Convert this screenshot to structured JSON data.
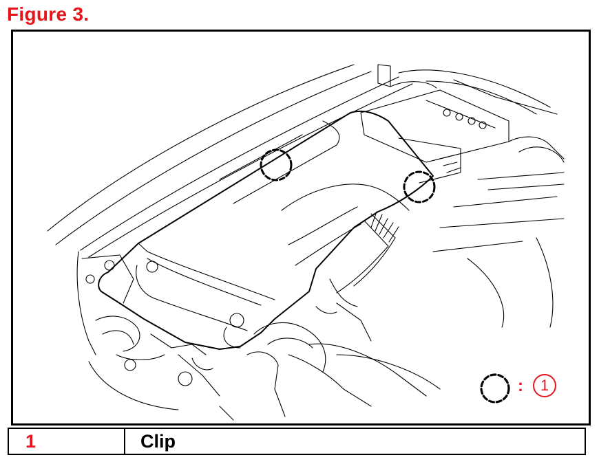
{
  "figure": {
    "title": "Figure 3."
  },
  "callout": {
    "separator": ":",
    "number": "1"
  },
  "legend": [
    {
      "number": "1",
      "name": "Clip"
    }
  ],
  "colors": {
    "accent": "#e8141c",
    "line": "#000000",
    "background": "#ffffff"
  }
}
